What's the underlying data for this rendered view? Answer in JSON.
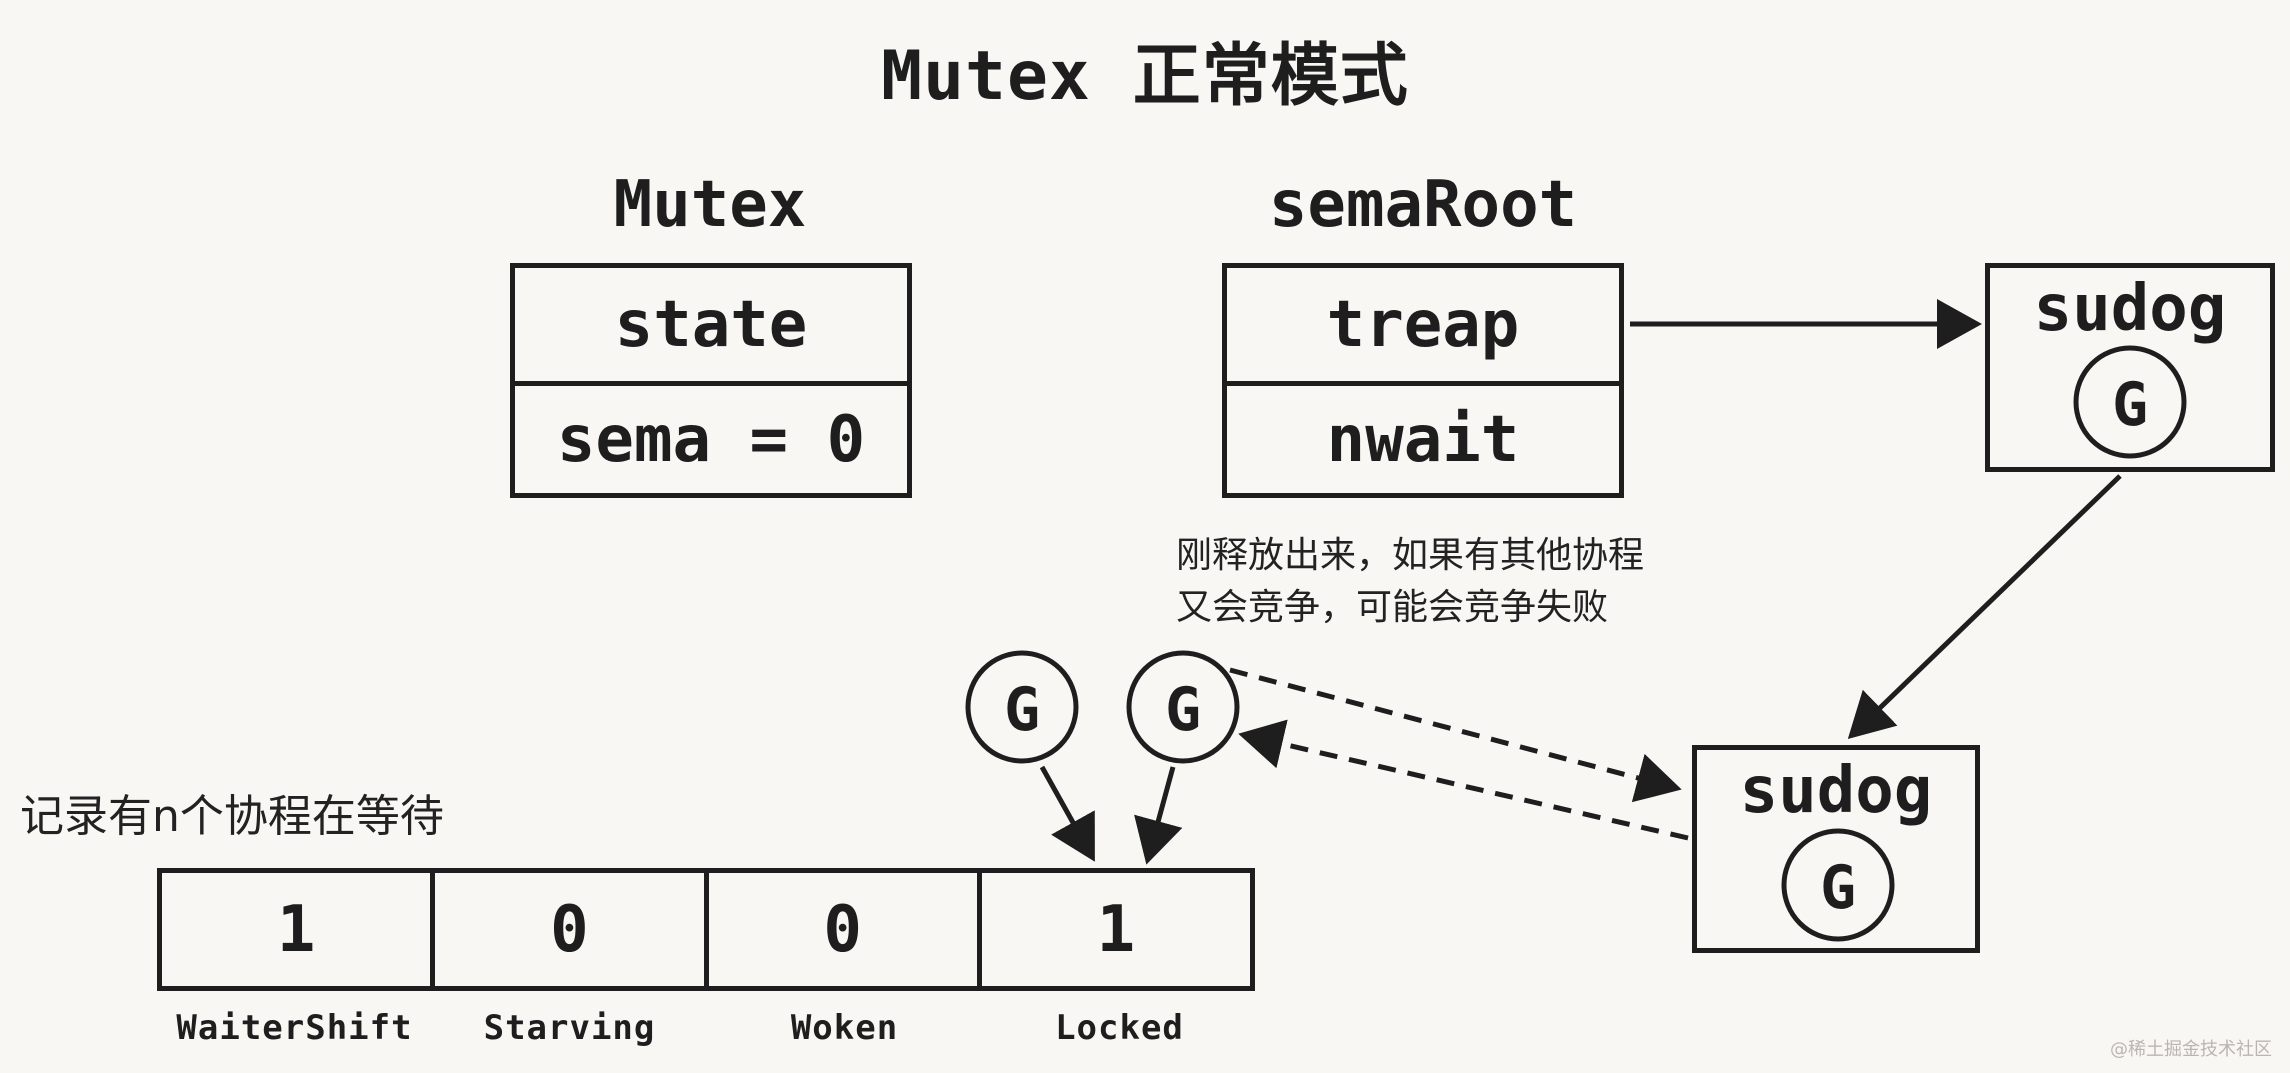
{
  "title": "Mutex 正常模式",
  "mutex": {
    "label": "Mutex",
    "fields": [
      "state",
      "sema = 0"
    ]
  },
  "sema_root": {
    "label": "semaRoot",
    "fields": [
      "treap",
      "nwait"
    ]
  },
  "sudog_top": {
    "label": "sudog",
    "goroutine": "G"
  },
  "sudog_bottom": {
    "label": "sudog",
    "goroutine": "G"
  },
  "note": {
    "line1": "刚释放出来，如果有其他协程",
    "line2": "又会竞争，可能会竞争失败"
  },
  "free_goroutines": [
    "G",
    "G"
  ],
  "waiter_caption": "记录有n个协程在等待",
  "state_bits": {
    "values": [
      "1",
      "0",
      "0",
      "1"
    ],
    "labels": [
      "WaiterShift",
      "Starving",
      "Woken",
      "Locked"
    ]
  },
  "watermark": "@稀土掘金技术社区",
  "colors": {
    "ink": "#1e1e1e",
    "background": "#f9f7f4"
  }
}
